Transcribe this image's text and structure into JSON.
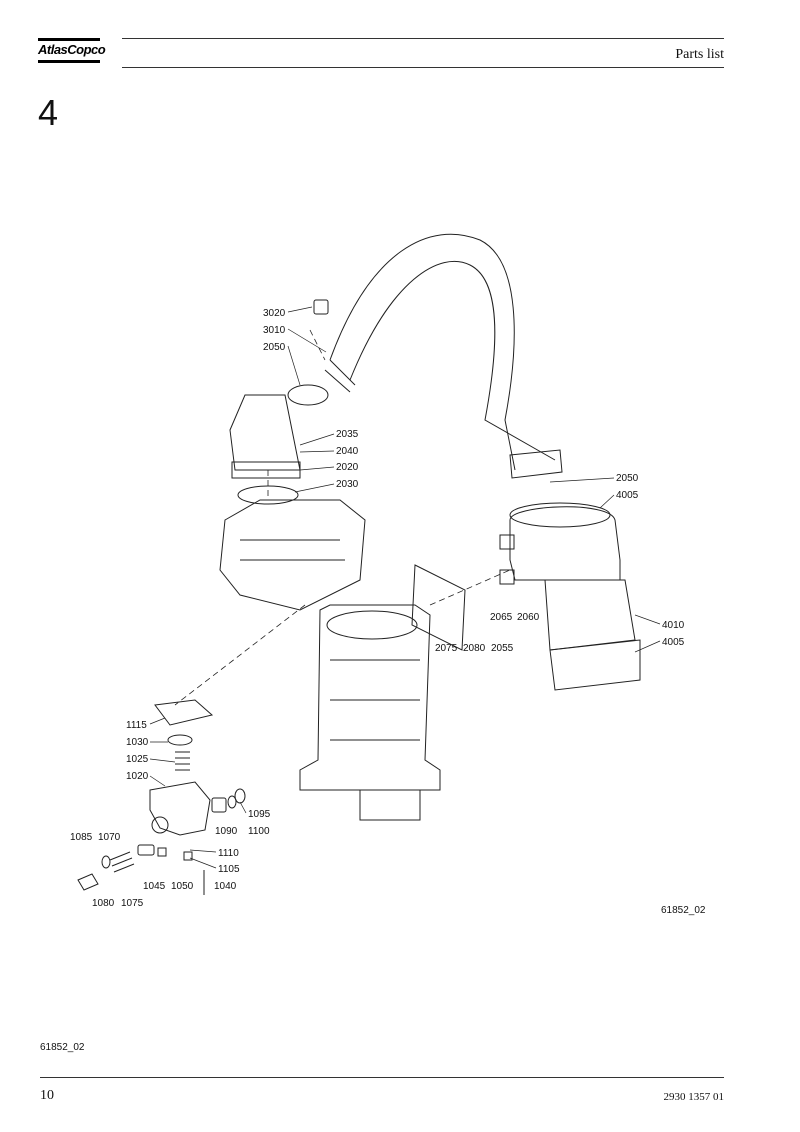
{
  "header": {
    "logo_text": "AtlasCopco",
    "title": "Parts list"
  },
  "section_number": "4",
  "figure": {
    "drawing_code": "61852_02",
    "callouts": [
      {
        "id": "c3020",
        "label": "3020"
      },
      {
        "id": "c3010",
        "label": "3010"
      },
      {
        "id": "c2050a",
        "label": "2050"
      },
      {
        "id": "c2035",
        "label": "2035"
      },
      {
        "id": "c2040",
        "label": "2040"
      },
      {
        "id": "c2020",
        "label": "2020"
      },
      {
        "id": "c2030",
        "label": "2030"
      },
      {
        "id": "c2050b",
        "label": "2050"
      },
      {
        "id": "c4005a",
        "label": "4005"
      },
      {
        "id": "c2065",
        "label": "2065"
      },
      {
        "id": "c2060",
        "label": "2060"
      },
      {
        "id": "c2075",
        "label": "2075"
      },
      {
        "id": "c2080",
        "label": "2080"
      },
      {
        "id": "c2055",
        "label": "2055"
      },
      {
        "id": "c4010",
        "label": "4010"
      },
      {
        "id": "c4005b",
        "label": "4005"
      },
      {
        "id": "c1115",
        "label": "1115"
      },
      {
        "id": "c1030",
        "label": "1030"
      },
      {
        "id": "c1025",
        "label": "1025"
      },
      {
        "id": "c1020",
        "label": "1020"
      },
      {
        "id": "c1095",
        "label": "1095"
      },
      {
        "id": "c1090",
        "label": "1090"
      },
      {
        "id": "c1100",
        "label": "1100"
      },
      {
        "id": "c1085",
        "label": "1085"
      },
      {
        "id": "c1070",
        "label": "1070"
      },
      {
        "id": "c1110",
        "label": "1110"
      },
      {
        "id": "c1105",
        "label": "1105"
      },
      {
        "id": "c1045",
        "label": "1045"
      },
      {
        "id": "c1050",
        "label": "1050"
      },
      {
        "id": "c1040",
        "label": "1040"
      },
      {
        "id": "c1080",
        "label": "1080"
      },
      {
        "id": "c1075",
        "label": "1075"
      }
    ]
  },
  "footer": {
    "figure_reference": "61852_02",
    "page_number": "10",
    "document_number": "2930 1357 01"
  }
}
